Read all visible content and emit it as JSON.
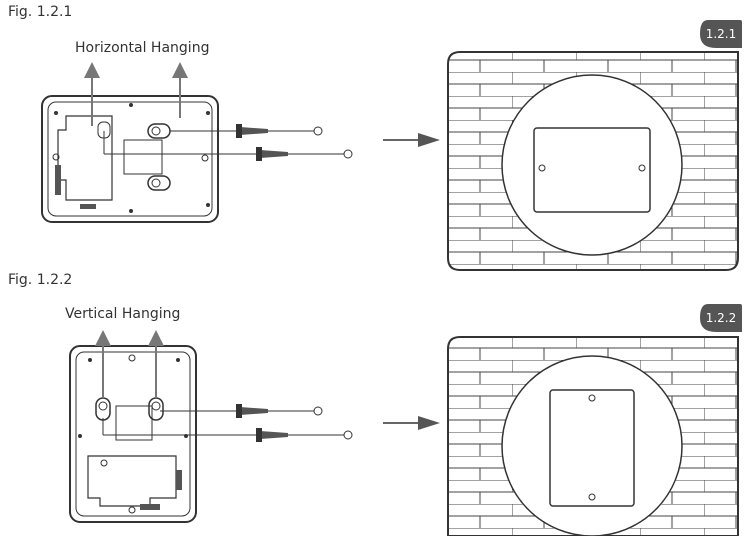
{
  "figure_1": {
    "caption": "Fig. 1.2.1",
    "title": "Horizontal Hanging",
    "badge": "1.2.1"
  },
  "figure_2": {
    "caption": "Fig. 1.2.2",
    "title": "Vertical Hanging",
    "badge": "1.2.2"
  },
  "colors": {
    "line": "#333333",
    "arrow_gray": "#777777",
    "badge_fill": "#555555",
    "background": "#ffffff"
  }
}
